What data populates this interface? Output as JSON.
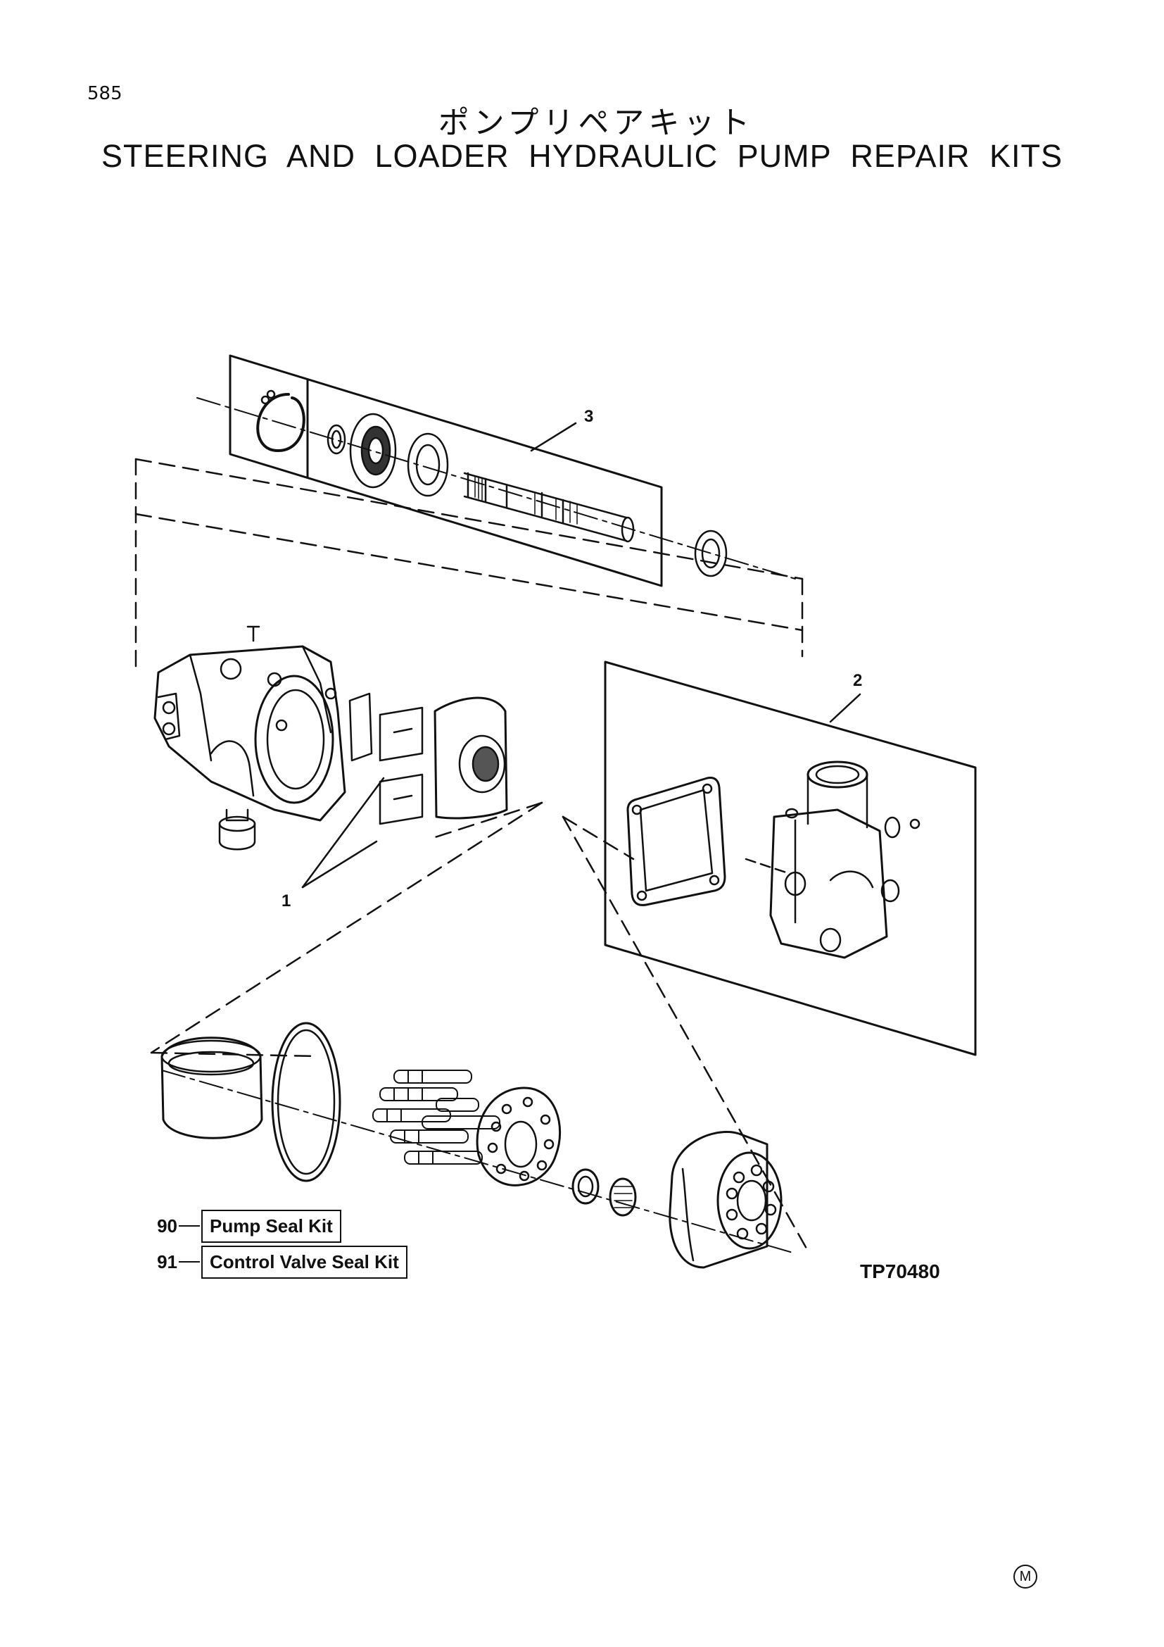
{
  "header": {
    "page_number": "585",
    "title_jp": "ポンプリペアキット",
    "title_en": "STEERING AND LOADER HYDRAULIC PUMP REPAIR KITS"
  },
  "callouts": {
    "c1": "1",
    "c2": "2",
    "c3": "3"
  },
  "kits": [
    {
      "number": "90",
      "label": "Pump Seal Kit"
    },
    {
      "number": "91",
      "label": "Control Valve Seal Kit"
    }
  ],
  "figure_id": "TP70480",
  "footer_mark": "M"
}
